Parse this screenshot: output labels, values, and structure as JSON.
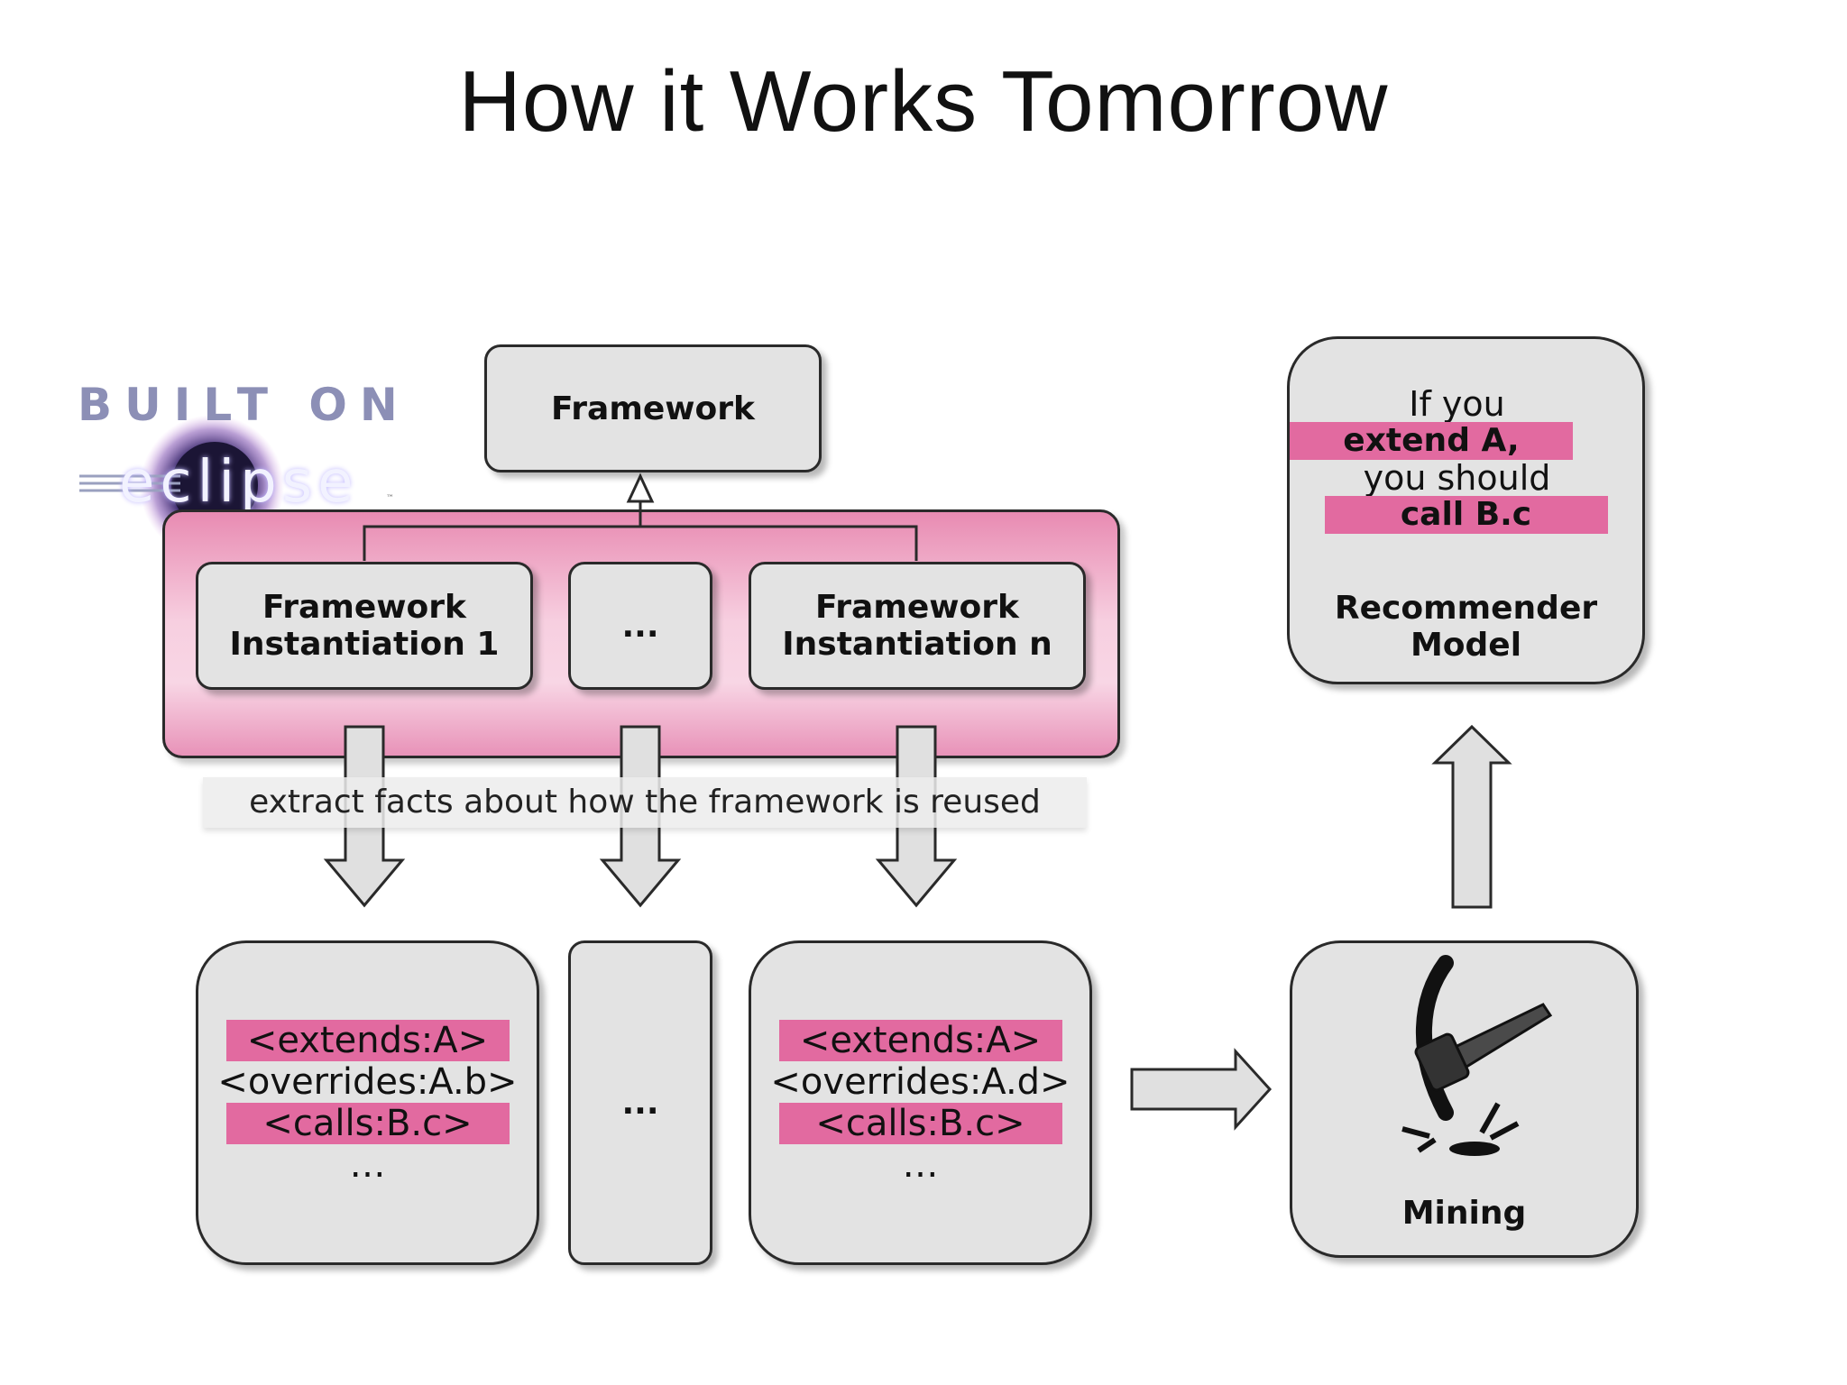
{
  "slide": {
    "title": "How it Works Tomorrow",
    "logo": {
      "top": "BUILT ON",
      "word": "eclipse",
      "tm": "™"
    },
    "framework": "Framework",
    "instantiations": [
      "Framework\nInstantiation 1",
      "...",
      "Framework\nInstantiation n"
    ],
    "caption": "extract facts about how the framework is reused",
    "facts_left": [
      "<extends:A>",
      "<overrides:A.b>",
      "<calls:B.c>",
      "…"
    ],
    "facts_middle": "...",
    "facts_right": [
      "<extends:A>",
      "<overrides:A.d>",
      "<calls:B.c>",
      "…"
    ],
    "mining": "Mining",
    "recommendation": [
      "If you",
      "extend A,",
      "you should",
      "call B.c"
    ],
    "recommender": "Recommender\nModel"
  },
  "colors": {
    "highlight": "#e26aa0",
    "box_fill": "#e3e3e3",
    "group_fill": "#f0a9c8"
  }
}
